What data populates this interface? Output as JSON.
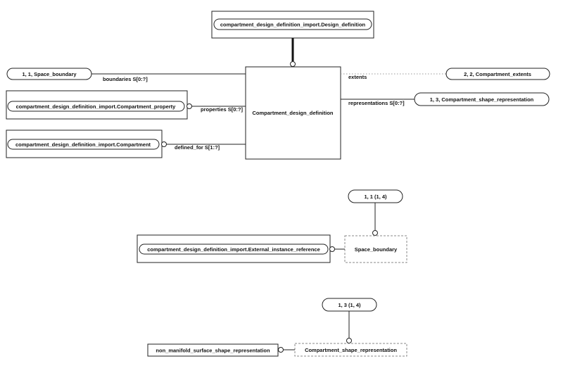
{
  "design_definition_import": "compartment_design_definition_import.Design_definition",
  "main_entity": "Compartment_design_definition",
  "space_boundary_ref": "1, 1, Space_boundary",
  "boundaries_label": "boundaries S[0:?]",
  "property_import": "compartment_design_definition_import.Compartment_property",
  "properties_label": "properties S[0:?]",
  "compartment_import": "compartment_design_definition_import.Compartment",
  "defined_for_label": "defined_for S[1:?]",
  "extents_label": "extents",
  "extents_ref": "2, 2, Compartment_extents",
  "representations_label": "representations S[0:?]",
  "shape_rep_ref": "1, 3, Compartment_shape_representation",
  "page_ref_1": "1, 1 (1, 4)",
  "external_ref_import": "compartment_design_definition_import.External_instance_reference",
  "space_boundary": "Space_boundary",
  "page_ref_2": "1, 3 (1, 4)",
  "non_manifold": "non_manifold_surface_shape_representation",
  "compartment_shape_rep": "Compartment_shape_representation"
}
